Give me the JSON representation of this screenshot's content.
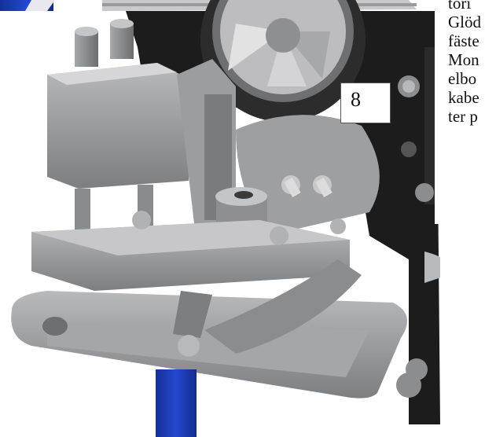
{
  "figure": {
    "callout_number": "8",
    "colors": {
      "machine_gray": "#8f9092",
      "frame_black": "#1c1c1c",
      "post_blue": "#1f3db3",
      "background": "#ffffff"
    }
  },
  "text_panel": {
    "lines": [
      "tori",
      "Glöd",
      "fäste",
      "Mon",
      "elbo",
      "kabe",
      "ter p"
    ]
  }
}
